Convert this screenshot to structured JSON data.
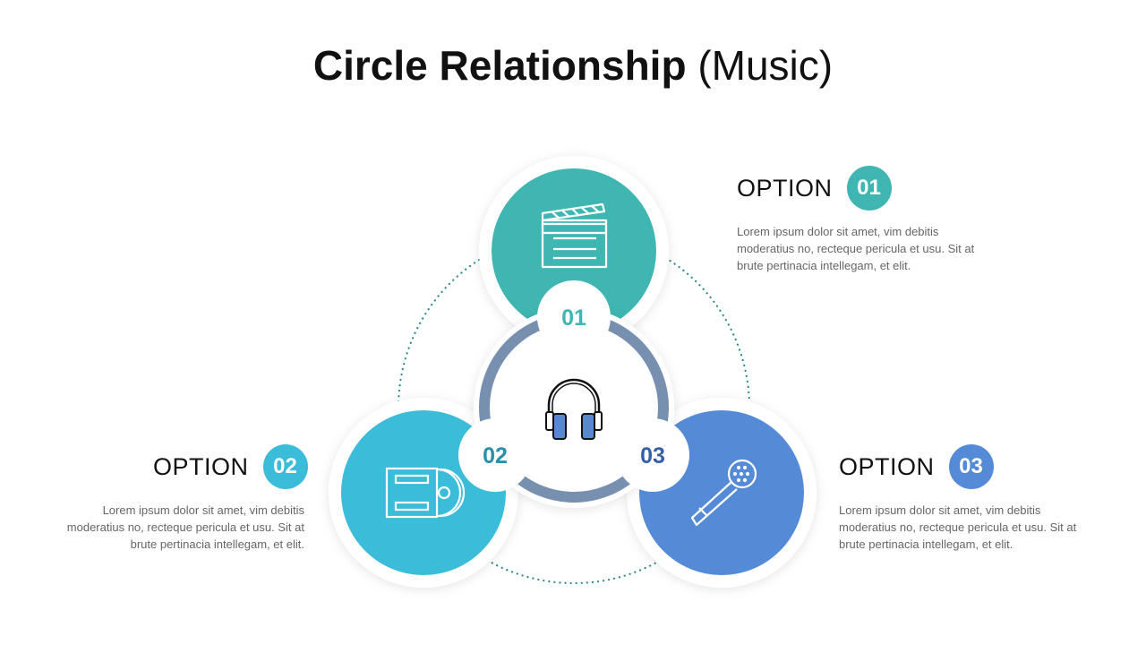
{
  "title": {
    "bold": "Circle Relationship",
    "light": "(Music)"
  },
  "colors": {
    "teal": "#3fb6b2",
    "sky": "#3bbcd9",
    "blue": "#558bd6",
    "ring": "#7890b0",
    "dots": "#2a8a8a"
  },
  "center_icon": "headphones-icon",
  "circles": [
    {
      "number": "01",
      "icon": "clapperboard-icon",
      "color": "#3fb6b2",
      "number_color": "#3fb6b2"
    },
    {
      "number": "02",
      "icon": "cd-case-icon",
      "color": "#3bbcd9",
      "number_color": "#2a8fa8"
    },
    {
      "number": "03",
      "icon": "microphone-icon",
      "color": "#558bd6",
      "number_color": "#3560a8"
    }
  ],
  "options": [
    {
      "label": "OPTION",
      "number": "01",
      "color": "#3fb6b2",
      "text": "Lorem ipsum dolor sit amet, vim debitis moderatius no, recteque pericula et usu. Sit at brute pertinacia intellegam, et elit."
    },
    {
      "label": "OPTION",
      "number": "02",
      "color": "#3bbcd9",
      "text": "Lorem ipsum dolor sit amet, vim debitis moderatius no, recteque pericula et usu. Sit at brute pertinacia intellegam, et elit."
    },
    {
      "label": "OPTION",
      "number": "03",
      "color": "#558bd6",
      "text": "Lorem ipsum dolor sit amet, vim debitis moderatius no, recteque pericula et usu. Sit at brute pertinacia intellegam, et elit."
    }
  ]
}
